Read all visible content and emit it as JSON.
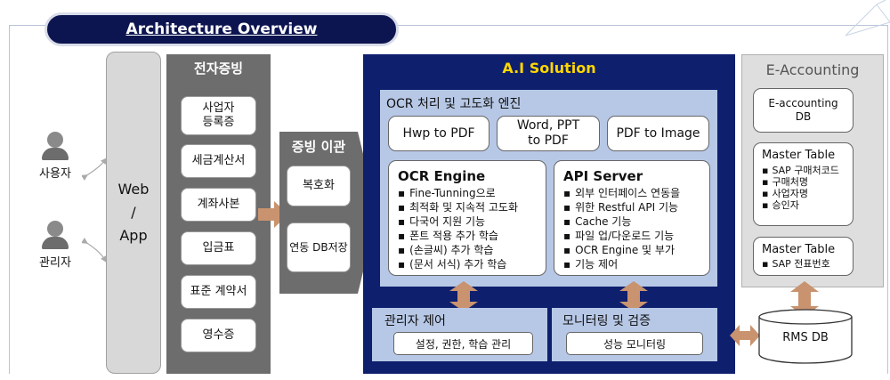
{
  "title": "Architecture Overview",
  "users": [
    {
      "label": "사용자"
    },
    {
      "label": "관리자"
    }
  ],
  "web_app": {
    "line1": "Web",
    "line2": "/",
    "line3": "App"
  },
  "evidence": {
    "title": "전자증빙",
    "items": [
      {
        "line1": "사업자",
        "line2": "등록증"
      },
      {
        "line1": "세금계산서"
      },
      {
        "line1": "계좌사본"
      },
      {
        "line1": "입금표"
      },
      {
        "line1": "표준 계약서"
      },
      {
        "line1": "영수증"
      }
    ]
  },
  "transfer": {
    "title": "증빙 이관",
    "items": [
      "복호화",
      "연동 DB저장"
    ]
  },
  "ai": {
    "title": "A.I Solution",
    "ocr_section": {
      "title": "OCR 처리 및 고도화 엔진",
      "converters": [
        {
          "line1": "Hwp to PDF"
        },
        {
          "line1": "Word, PPT",
          "line2": "to PDF"
        },
        {
          "line1": "PDF to Image"
        }
      ]
    },
    "ocr_engine": {
      "title": "OCR Engine",
      "items": [
        "Fine-Tunning으로",
        "최적화 및 지속적 고도화",
        "다국어 지원 기능",
        "폰트 적용 추가 학습",
        "(손글씨) 추가 학습",
        "(문서 서식) 추가 학습"
      ]
    },
    "api_server": {
      "title": "API Server",
      "items": [
        "외부 인터페이스 연동을",
        "위한 Restful API 기능",
        "Cache 기능",
        "파일 업/다운로드 기능",
        "OCR Engine 및 부가",
        "기능 제어"
      ]
    },
    "admin": {
      "title": "관리자 제어",
      "box": "설정, 권한, 학습 관리"
    },
    "monitor": {
      "title": "모니터링 및 검증",
      "box": "성능 모니터링"
    }
  },
  "eaccounting": {
    "title": "E-Accounting",
    "db": {
      "line1": "E-accounting",
      "line2": "DB"
    },
    "master1": {
      "title": "Master Table",
      "items": [
        "SAP 구매처코드",
        "구매처명",
        "사업자명",
        "승인자"
      ]
    },
    "master2": {
      "title": "Master Table",
      "items": [
        "SAP 전표번호"
      ]
    }
  },
  "rms": {
    "label": "RMS DB"
  },
  "colors": {
    "navy": "#0e1f6e",
    "panel_gray": "#6d6d6d",
    "light_blue": "#b7c8e6",
    "arrow": "#c9936f",
    "accent_yellow": "#ffd700"
  }
}
